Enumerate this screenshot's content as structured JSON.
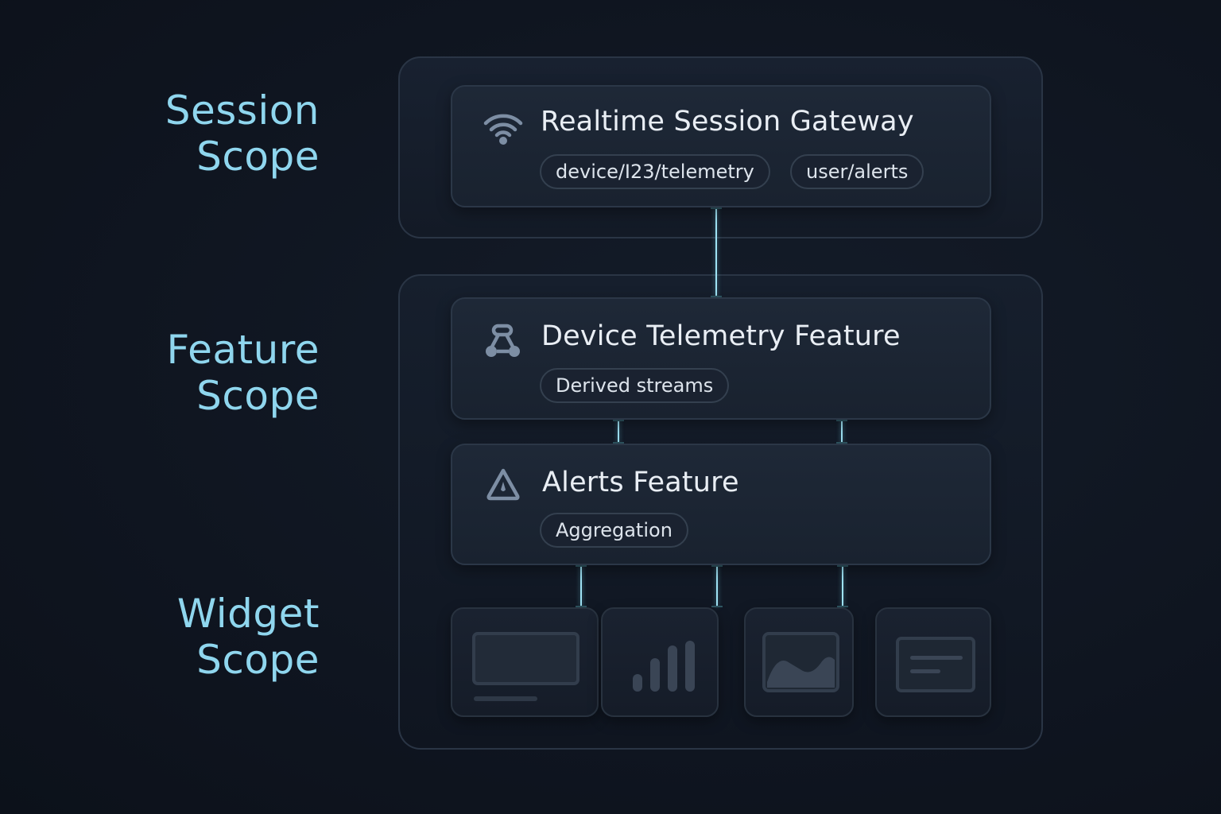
{
  "scopes": {
    "session": {
      "line1": "Session",
      "line2": "Scope"
    },
    "feature": {
      "line1": "Feature",
      "line2": "Scope"
    },
    "widget": {
      "line1": "Widget",
      "line2": "Scope"
    }
  },
  "gateway": {
    "title": "Realtime Session Gateway",
    "icon": "wifi-icon",
    "tags": [
      "device/I23/telemetry",
      "user/alerts"
    ]
  },
  "telemetry_feature": {
    "title": "Device Telemetry Feature",
    "icon": "hierarchy-icon",
    "tags": [
      "Derived streams"
    ]
  },
  "alerts_feature": {
    "title": "Alerts Feature",
    "icon": "warning-triangle-icon",
    "tags": [
      "Aggregation"
    ]
  },
  "widgets": [
    {
      "icon": "panel-icon"
    },
    {
      "icon": "bar-chart-icon"
    },
    {
      "icon": "area-chart-icon"
    },
    {
      "icon": "document-icon"
    }
  ],
  "colors": {
    "background": "#0f1520",
    "scope_label": "#8fd6ee",
    "connector": "#9fe3f5",
    "card_border": "#2b3747",
    "text": "#e9eef4"
  }
}
